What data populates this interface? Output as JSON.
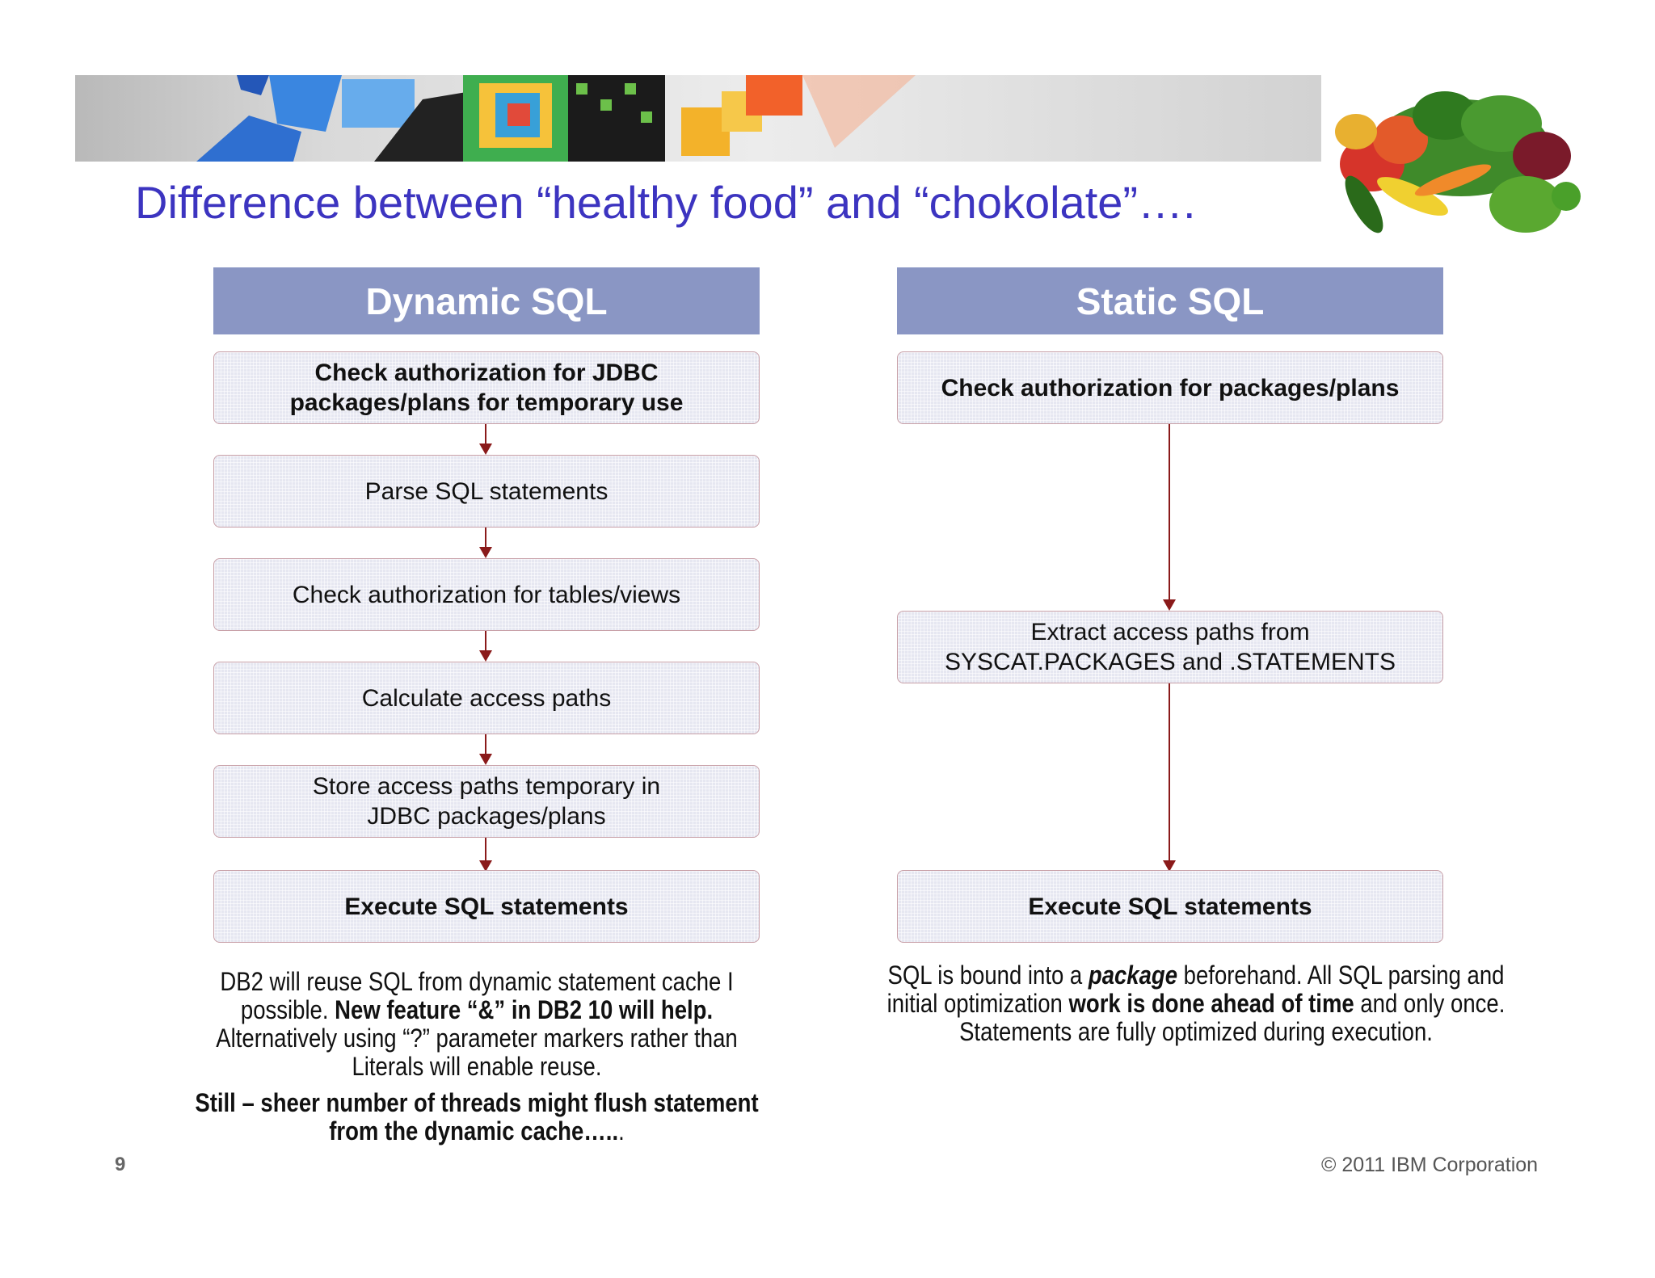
{
  "slide": {
    "title": "Difference between “healthy food” and “chokolate”….",
    "page_number": "9",
    "copyright": "© 2011 IBM Corporation"
  },
  "dynamic": {
    "header": "Dynamic SQL",
    "steps": [
      "Check authorization for JDBC packages/plans for temporary use",
      "Parse SQL statements",
      "Check authorization for tables/views",
      "Calculate access paths",
      "Store access paths temporary in JDBC packages/plans",
      "Execute SQL statements"
    ],
    "note": {
      "p1_a": "DB2 will reuse SQL from dynamic statement cache I possible.",
      "p1_b": "New feature “&” in DB2 10 will help.",
      "p1_c": "Alternatively using “?” parameter markers rather than Literals will enable reuse.",
      "p2": "Still – sheer number of threads might flush statement from the dynamic cache…..",
      "p2_tail": "."
    }
  },
  "static": {
    "header": "Static SQL",
    "steps": [
      "Check authorization for packages/plans",
      "Extract access paths from SYSCAT.PACKAGES and .STATEMENTS",
      "Execute SQL statements"
    ],
    "note": {
      "a": "SQL is bound into a",
      "b": "package",
      "c": "beforehand. All SQL parsing and initial optimization",
      "d": "work is done ahead of time",
      "e": "and only once. Statements are fully optimized during execution."
    }
  }
}
